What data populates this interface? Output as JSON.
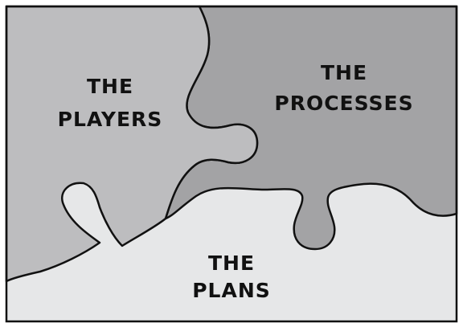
{
  "diagram": {
    "pieces": [
      {
        "id": "players",
        "lines": [
          "THE",
          "PLAYERS"
        ],
        "fill": "#bdbdbf"
      },
      {
        "id": "processes",
        "lines": [
          "THE",
          "PROCESSES"
        ],
        "fill": "#a3a3a5"
      },
      {
        "id": "plans",
        "lines": [
          "THE",
          "PLANS"
        ],
        "fill": "#e6e7e8"
      }
    ],
    "outline_color": "#111111"
  }
}
